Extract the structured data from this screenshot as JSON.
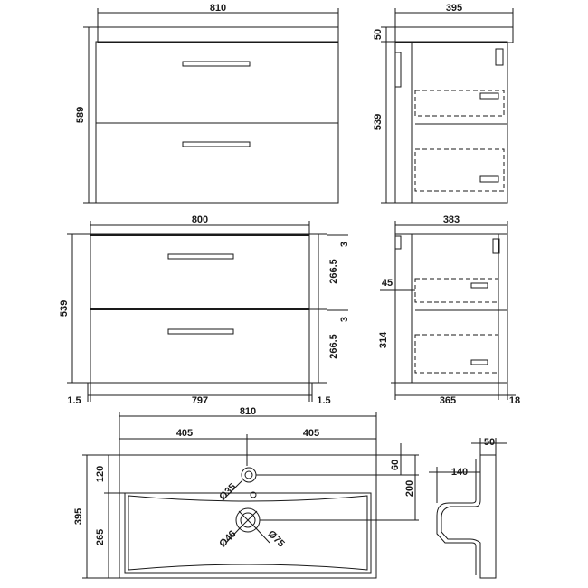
{
  "drawing": {
    "front_wall_hung": {
      "width": "810",
      "height": "589"
    },
    "side_wall_hung": {
      "depth": "395",
      "basin_thickness": "50",
      "cabinet_height": "539"
    },
    "front_unit": {
      "width": "800",
      "height": "539",
      "gap_top": "3",
      "drawer_upper": "266.5",
      "gap_mid": "3",
      "drawer_lower": "266.5",
      "side_left": "1.5",
      "inner_width": "797",
      "side_right": "1.5"
    },
    "side_unit": {
      "depth": "383",
      "top_offset": "45",
      "drawer_height": "314",
      "drawer_depth": "365",
      "front_thickness": "18"
    },
    "basin_plan": {
      "width": "810",
      "half_left": "405",
      "half_right": "405",
      "tap_setback": "120",
      "depth": "395",
      "bowl_depth": "265",
      "tap_hole_offset": "60",
      "waste_offset": "200",
      "tap_hole_dia": "Ø35",
      "waste_inner_dia": "Ø46",
      "waste_outer_dia": "Ø75"
    },
    "basin_section": {
      "rim_height": "50",
      "bowl_depth": "140"
    }
  }
}
